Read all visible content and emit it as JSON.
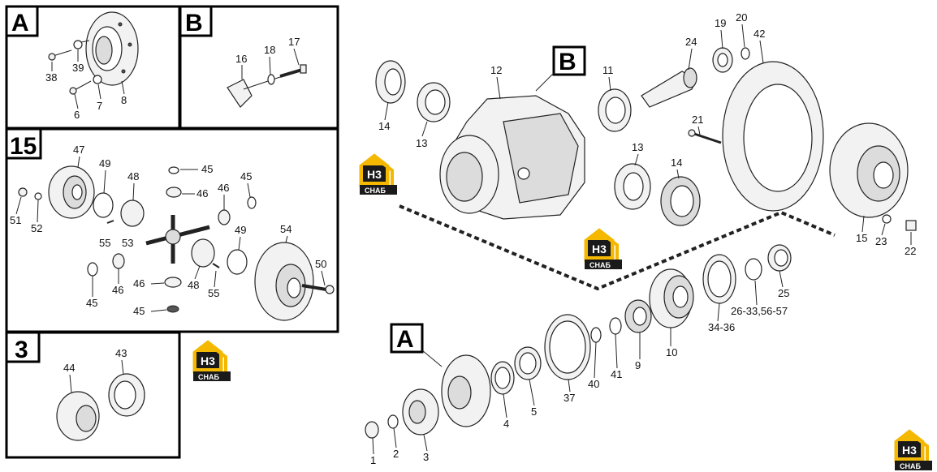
{
  "colors": {
    "logo_yellow": "#f5b800",
    "logo_dark": "#1a1a1a",
    "chain": "#222222"
  },
  "panels": {
    "A": {
      "letter": "A",
      "labels": [
        "38",
        "39",
        "6",
        "7",
        "8"
      ]
    },
    "B": {
      "letter": "B",
      "labels": [
        "16",
        "18",
        "17"
      ]
    },
    "p15": {
      "letter": "15",
      "labels": [
        "47",
        "49",
        "48",
        "45",
        "46",
        "46",
        "45",
        "51",
        "52",
        "55",
        "53",
        "54",
        "49",
        "50",
        "48",
        "55",
        "46",
        "45",
        "46",
        "45"
      ]
    },
    "p3": {
      "letter": "3",
      "labels": [
        "44",
        "43"
      ]
    }
  },
  "main": {
    "callout_B": "B",
    "callout_A": "A",
    "labels": [
      "12",
      "11",
      "14",
      "13",
      "13",
      "14",
      "24",
      "19",
      "20",
      "42",
      "21",
      "15",
      "23",
      "22",
      "25",
      "26-33,56-57",
      "34-36",
      "10",
      "9",
      "41",
      "40",
      "37",
      "5",
      "4",
      "3",
      "2",
      "1"
    ]
  },
  "logo": {
    "top": "H3",
    "bottom": "СНАБ"
  }
}
